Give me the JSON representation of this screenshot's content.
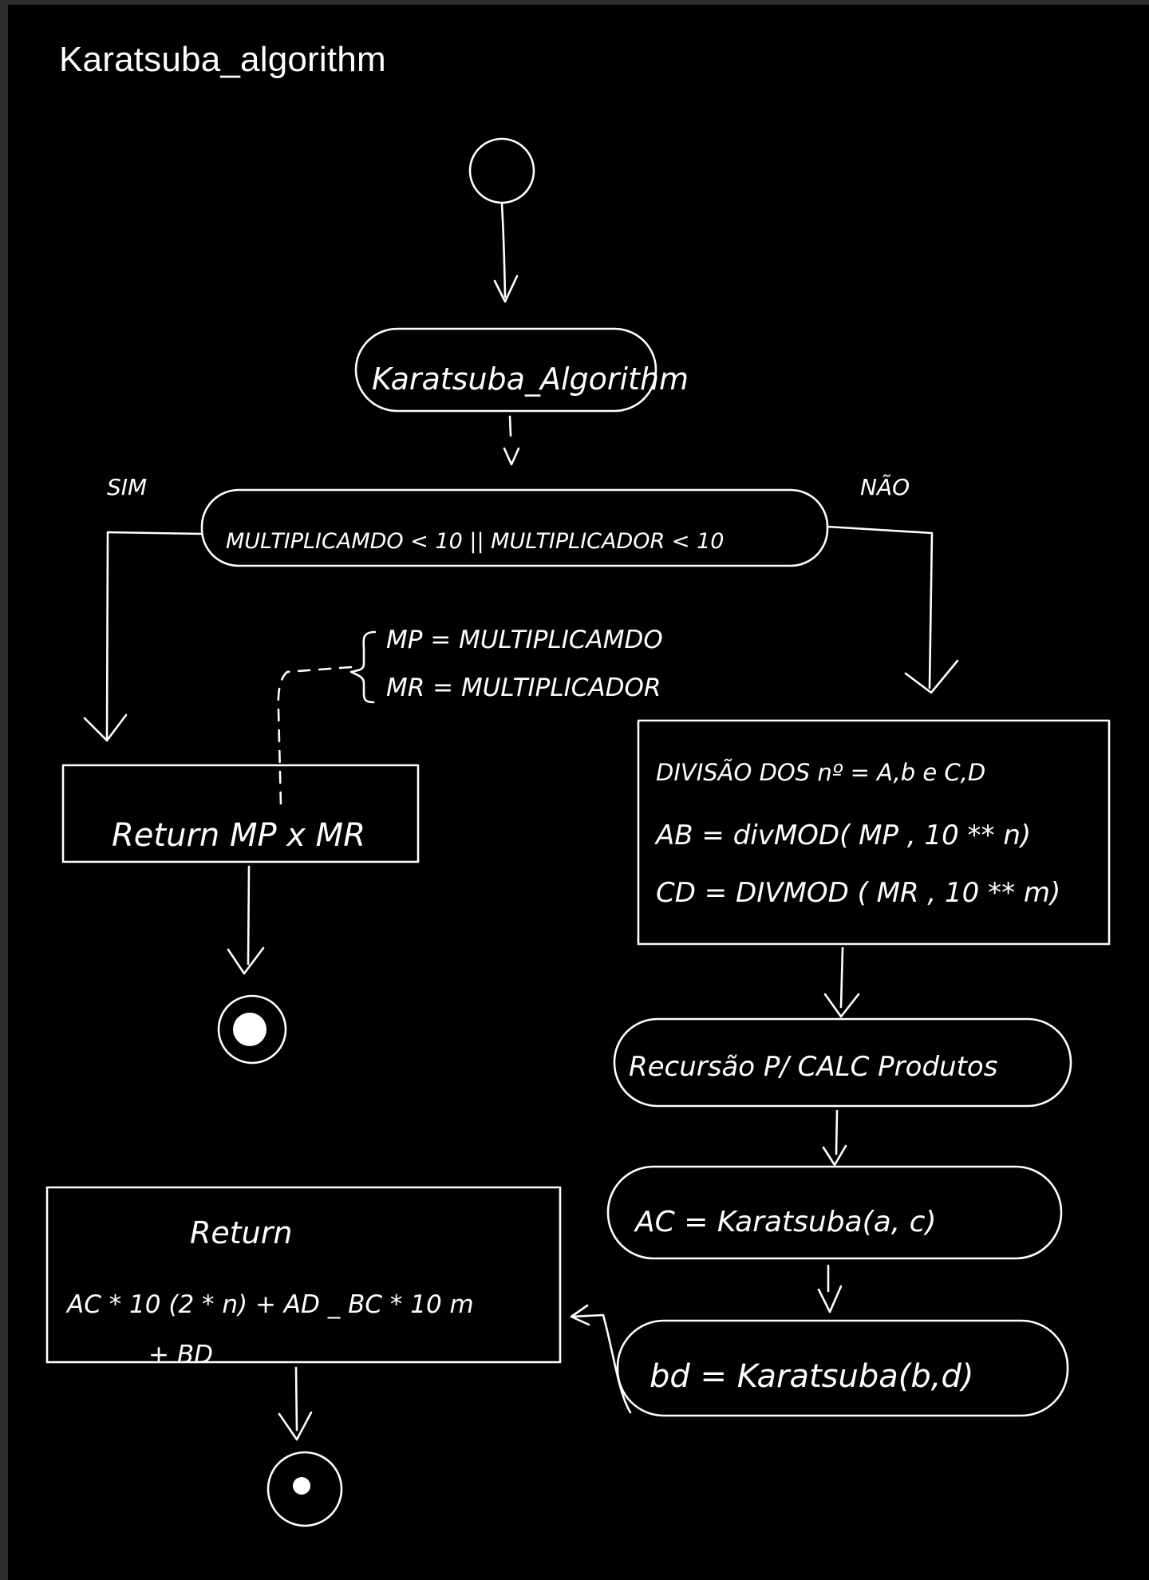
{
  "title": "Karatsuba_algorithm",
  "nodes": {
    "main": "Karatsuba_Algorithm",
    "decision": "MULTIPLICAMDO < 10 || MULTIPLICADOR < 10",
    "branch_yes": "SIM",
    "branch_no": "NÃO",
    "note_line1": "MP = MULTIPLICAMDO",
    "note_line2": "MR = MULTIPLICADOR",
    "return_simple": "Return MP x MR",
    "division_line1": "DIVISÃO DOS nº = A,b e C,D",
    "division_line2": "AB = divMOD( MP , 10 ** n)",
    "division_line3": "CD = DIVMOD ( MR , 10 ** m)",
    "recursion": "Recursão P/ CALC Produtos",
    "ac": "AC = Karatsuba(a, c)",
    "bd": "bd = Karatsuba(b,d)",
    "return_final_title": "Return",
    "return_final_line1": "AC * 10 (2 * n) + AD _ BC * 10 m",
    "return_final_line2": "+ BD"
  },
  "colors": {
    "background": "#000000",
    "ink": "#ffffff",
    "frame": "#2e2e2e"
  }
}
